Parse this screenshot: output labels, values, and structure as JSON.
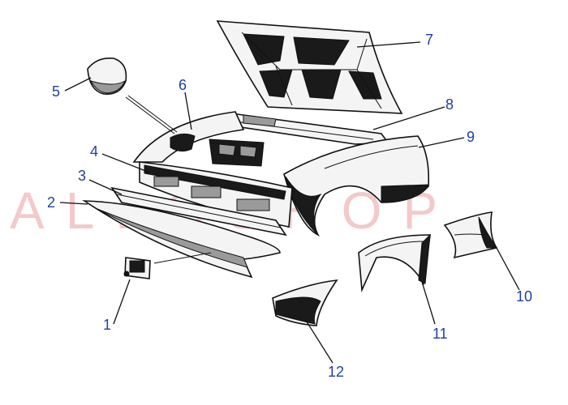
{
  "watermark": {
    "text": "ALLOSHOP",
    "color": "#f3c9c9"
  },
  "callouts": [
    {
      "id": "1",
      "label": "1"
    },
    {
      "id": "2",
      "label": "2"
    },
    {
      "id": "3",
      "label": "3"
    },
    {
      "id": "4",
      "label": "4"
    },
    {
      "id": "5",
      "label": "5"
    },
    {
      "id": "6",
      "label": "6"
    },
    {
      "id": "7",
      "label": "7"
    },
    {
      "id": "8",
      "label": "8"
    },
    {
      "id": "9",
      "label": "9"
    },
    {
      "id": "10",
      "label": "10"
    },
    {
      "id": "11",
      "label": "11"
    },
    {
      "id": "12",
      "label": "12"
    }
  ],
  "colors": {
    "callout_text": "#1f3fa6",
    "line_art": "#111111",
    "background": "#ffffff"
  }
}
